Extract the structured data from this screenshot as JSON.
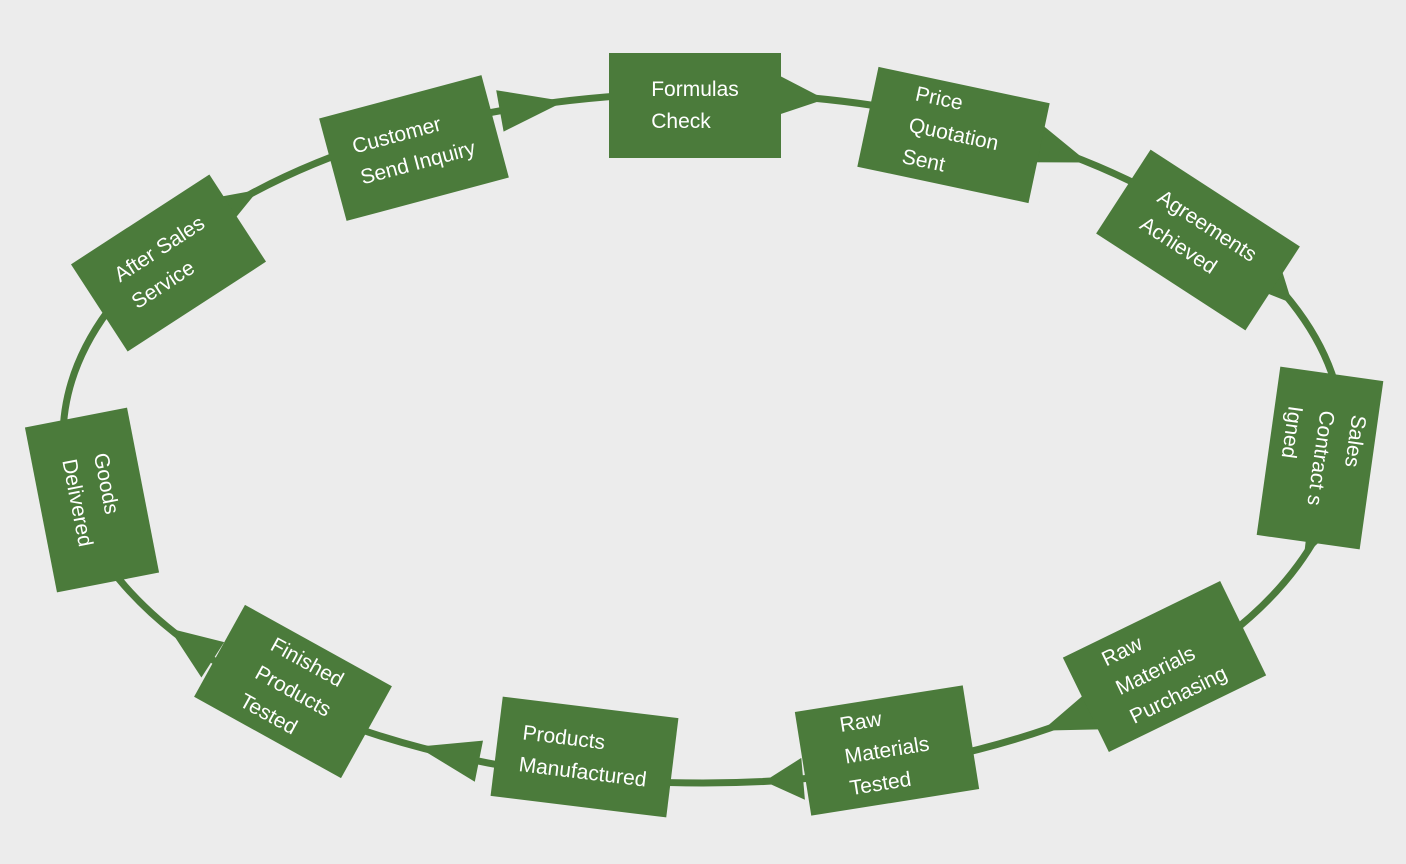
{
  "background": "#ececec",
  "colors": {
    "shape": "#4b7b3b",
    "connector": "#4b7b3b",
    "label_text": "#ffffff"
  },
  "nodes": [
    {
      "id": "formulas-check",
      "lines": [
        "Formulas",
        "Check"
      ]
    },
    {
      "id": "price-quotation-sent",
      "lines": [
        "Price",
        "Quotation",
        "Sent"
      ]
    },
    {
      "id": "agreements-achieved",
      "lines": [
        "Agreements",
        "Achieved"
      ]
    },
    {
      "id": "sales-contract-signed",
      "lines": [
        "Sales",
        "Contract s",
        "Igned"
      ]
    },
    {
      "id": "raw-materials-purchasing",
      "lines": [
        "Raw",
        "Materials",
        "Purchasing"
      ]
    },
    {
      "id": "raw-materials-tested",
      "lines": [
        "Raw",
        "Materials",
        "Tested"
      ]
    },
    {
      "id": "products-manufactured",
      "lines": [
        "Products",
        "Manufactured"
      ]
    },
    {
      "id": "finished-products-tested",
      "lines": [
        "Finished",
        "Products",
        "Tested"
      ]
    },
    {
      "id": "goods-delivered",
      "lines": [
        "Goods",
        "Delivered"
      ]
    },
    {
      "id": "after-sales-service",
      "lines": [
        "After Sales",
        "Service"
      ]
    },
    {
      "id": "customer-send-inquiry",
      "lines": [
        "Customer",
        "Send Inquiry"
      ]
    }
  ]
}
